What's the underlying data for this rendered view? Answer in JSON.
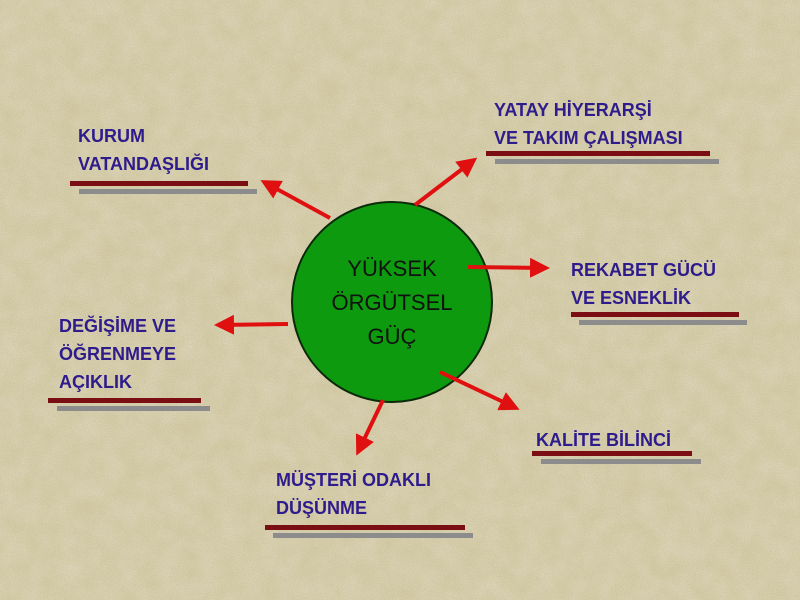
{
  "center": {
    "lines": [
      "YÜKSEK",
      "ÖRGÜTSEL",
      "GÜÇ"
    ],
    "fill_color": "#0E9A0E"
  },
  "nodes": [
    {
      "id": "kurum",
      "lines": [
        "KURUM",
        "VATANDAŞLIĞI"
      ]
    },
    {
      "id": "yatay",
      "lines": [
        "YATAY HİYERARŞİ",
        "VE TAKIM ÇALIŞMASI"
      ]
    },
    {
      "id": "rekabet",
      "lines": [
        "REKABET GÜCÜ",
        "VE ESNEKLİK"
      ]
    },
    {
      "id": "degisim",
      "lines": [
        "DEĞİŞİME VE",
        "ÖĞRENMEYE",
        "AÇIKLIK"
      ]
    },
    {
      "id": "kalite",
      "lines": [
        "KALİTE BİLİNCİ"
      ]
    },
    {
      "id": "musteri",
      "lines": [
        "MÜŞTERİ ODAKLI",
        "DÜŞÜNME"
      ]
    }
  ],
  "colors": {
    "label_text": "#2E1B8C",
    "arrow": "#E01010",
    "underline_primary": "#7B0E13",
    "underline_shadow": "#8C8C8C",
    "background": "#D9CFA6"
  }
}
